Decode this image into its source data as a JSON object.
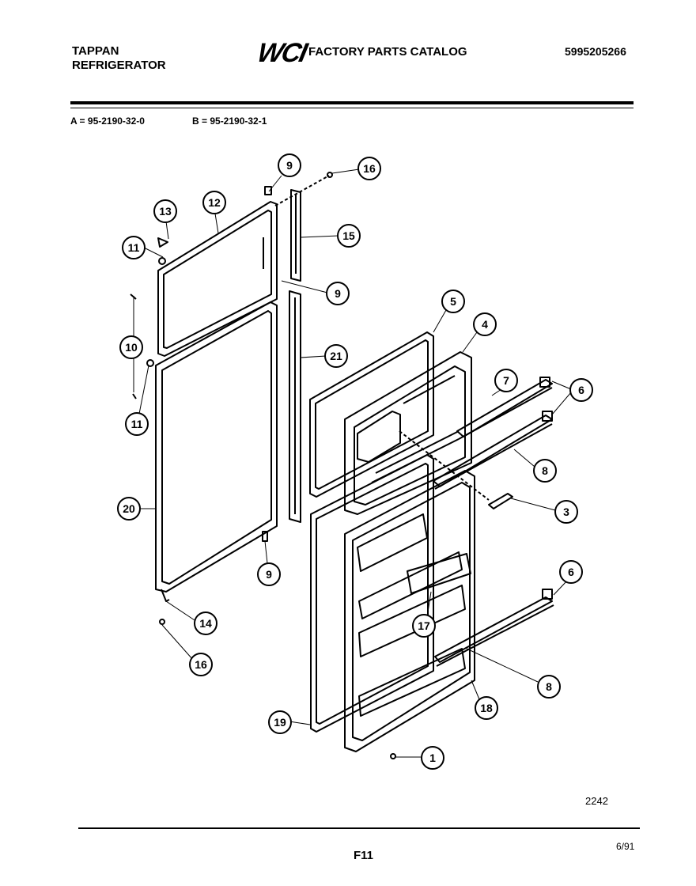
{
  "header": {
    "brand_line1": "TAPPAN",
    "brand_line2": "REFRIGERATOR",
    "logo": "WCI",
    "catalog_title": "FACTORY PARTS CATALOG",
    "doc_number": "5995205266"
  },
  "models": {
    "a": "A = 95-2190-32-0",
    "b": "B = 95-2190-32-1"
  },
  "callouts": [
    {
      "id": "c9a",
      "label": "9"
    },
    {
      "id": "c16a",
      "label": "16"
    },
    {
      "id": "c13",
      "label": "13"
    },
    {
      "id": "c12",
      "label": "12"
    },
    {
      "id": "c15",
      "label": "15"
    },
    {
      "id": "c11a",
      "label": "11"
    },
    {
      "id": "c9b",
      "label": "9"
    },
    {
      "id": "c10",
      "label": "10"
    },
    {
      "id": "c5",
      "label": "5"
    },
    {
      "id": "c4",
      "label": "4"
    },
    {
      "id": "c21",
      "label": "21"
    },
    {
      "id": "c11b",
      "label": "11"
    },
    {
      "id": "c7",
      "label": "7"
    },
    {
      "id": "c6a",
      "label": "6"
    },
    {
      "id": "c8a",
      "label": "8"
    },
    {
      "id": "c20",
      "label": "20"
    },
    {
      "id": "c3",
      "label": "3"
    },
    {
      "id": "c9c",
      "label": "9"
    },
    {
      "id": "c6b",
      "label": "6"
    },
    {
      "id": "c14",
      "label": "14"
    },
    {
      "id": "c17",
      "label": "17"
    },
    {
      "id": "c16b",
      "label": "16"
    },
    {
      "id": "c8b",
      "label": "8"
    },
    {
      "id": "c18",
      "label": "18"
    },
    {
      "id": "c19",
      "label": "19"
    },
    {
      "id": "c1",
      "label": "1"
    }
  ],
  "footer": {
    "diagram_code": "2242",
    "page_id": "F11",
    "date": "6/91"
  }
}
